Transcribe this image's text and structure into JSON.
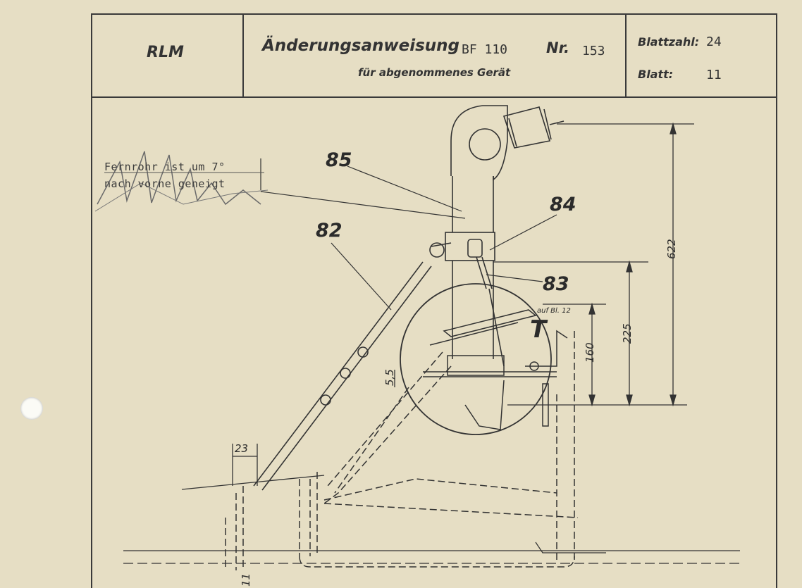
{
  "header": {
    "org": "RLM",
    "title": "Änderungsanweisung",
    "type": "BF 110",
    "nr_label": "Nr.",
    "nr_value": "153",
    "subtitle": "für abgenommenes Gerät",
    "sheet_count_label": "Blattzahl:",
    "sheet_count_value": "24",
    "sheet_label": "Blatt:",
    "sheet_value": "11"
  },
  "note": {
    "line1": "Fernrohr ist um 7°",
    "line2": "nach vorne geneigt"
  },
  "callouts": {
    "c85": "85",
    "c84": "84",
    "c82": "82",
    "c83": "83",
    "t": "T",
    "t_ref": "auf Bl. 12"
  },
  "dimensions": {
    "d622": "622",
    "d225": "225",
    "d160": "160",
    "d55": "5,5",
    "d23": "23",
    "d11": "11"
  },
  "colors": {
    "paper": "#e6dec4",
    "ink": "#2a2a2a"
  }
}
